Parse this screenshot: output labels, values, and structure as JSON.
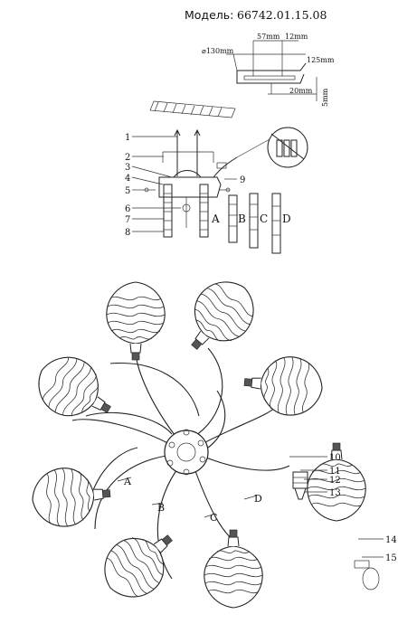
{
  "header": {
    "model_label": "Модель:",
    "model_number": "66742.01.15.08"
  },
  "top_dims": {
    "d130": "⌀130mm",
    "d57": "57mm",
    "d12": "12mm",
    "d125": "125mm",
    "d20": "20mm",
    "d5": "5mm"
  },
  "mount_labels": [
    "1",
    "2",
    "3",
    "4",
    "5",
    "6",
    "7",
    "8",
    "9"
  ],
  "arm_letters_top": [
    "A",
    "B",
    "C",
    "D"
  ],
  "arm_letters_bottom": [
    "A",
    "B",
    "C",
    "D"
  ],
  "part_labels": [
    "10",
    "11",
    "12",
    "13",
    "14",
    "15"
  ],
  "icons": [
    "wave-glass-shade",
    "ceiling-plate",
    "wire-connector",
    "screw",
    "bulb-socket",
    "light-bulb",
    "arm"
  ]
}
